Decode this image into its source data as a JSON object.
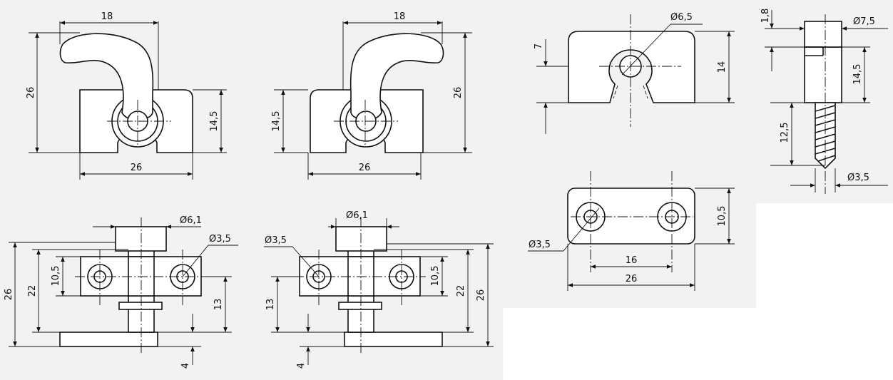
{
  "sheet_bg": "#f2f2f2",
  "views": {
    "front_left": {
      "dim_width_top": "18",
      "dim_height_total": "26",
      "dim_height_body": "14,5",
      "dim_width_base": "26"
    },
    "front_right": {
      "dim_width_top": "18",
      "dim_height_body": "14,5",
      "dim_height_total": "26",
      "dim_width_base": "26"
    },
    "side_left": {
      "dim_diameter_top": "Ø6,1",
      "dim_diameter_hole": "Ø3,5",
      "dim_total": "26",
      "dim_mid": "22",
      "dim_plate": "10,5",
      "dim_hole_height": "13",
      "dim_base": "4"
    },
    "side_right": {
      "dim_diameter_hole": "Ø3,5",
      "dim_diameter_top": "Ø6,1",
      "dim_hole_height": "13",
      "dim_base": "4",
      "dim_plate": "10,5",
      "dim_mid": "22",
      "dim_total": "26"
    },
    "receiver_front": {
      "dim_diameter": "Ø6,5",
      "dim_left": "7",
      "dim_right": "14"
    },
    "receiver_top": {
      "dim_height": "10,5",
      "dim_diameter": "Ø3,5",
      "dim_spacing": "16",
      "dim_width": "26"
    },
    "screw": {
      "dim_head": "1,8",
      "dim_diameter_head": "Ø7,5",
      "dim_shank": "14,5",
      "dim_thread": "12,5",
      "dim_diameter_thread": "Ø3,5"
    }
  }
}
